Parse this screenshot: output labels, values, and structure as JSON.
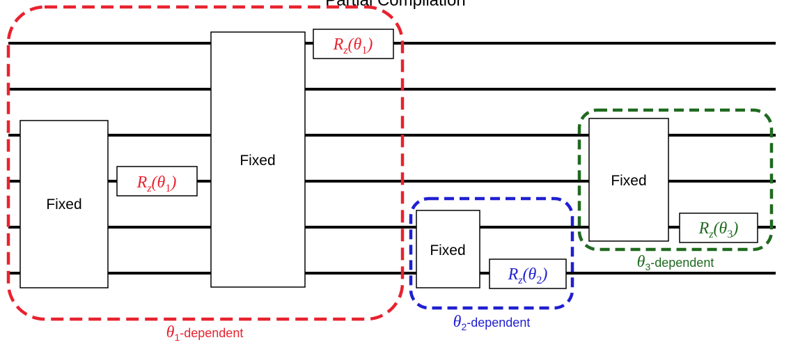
{
  "title_visible_fragment": "Partial Compilation",
  "colors": {
    "theta1": "#e8222f",
    "theta2": "#1f1fd0",
    "theta3": "#1f6a1f",
    "wire": "#000000"
  },
  "gates": {
    "fixed_label": "Fixed",
    "rz_prefix": "R",
    "rz_sub": "z",
    "theta": "θ",
    "idx1": "1",
    "idx2": "2",
    "idx3": "3"
  },
  "regions": {
    "theta1_label_suffix": "-dependent",
    "theta2_label_suffix": "-dependent",
    "theta3_label_suffix": "-dependent"
  }
}
